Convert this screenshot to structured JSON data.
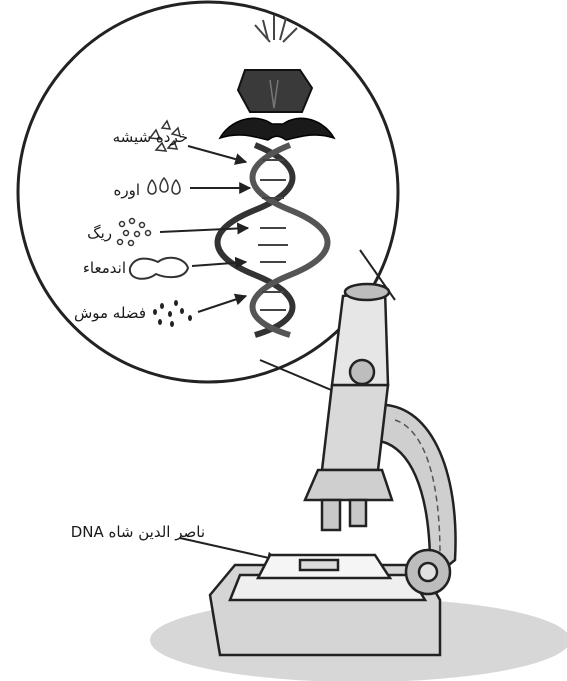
{
  "labels": [
    {
      "id": "glass",
      "text": "خرده شیشه"
    },
    {
      "id": "urea",
      "text": "اوره"
    },
    {
      "id": "sand",
      "text": "ریگ"
    },
    {
      "id": "gut",
      "text": "اندمعاء"
    },
    {
      "id": "mouse",
      "text": "فضله موش"
    }
  ],
  "caption": {
    "text": "DNA ناصر الدین شاه"
  },
  "icons": [
    "hat-icon",
    "mustache-icon",
    "dna-helix-icon",
    "microscope-icon"
  ]
}
